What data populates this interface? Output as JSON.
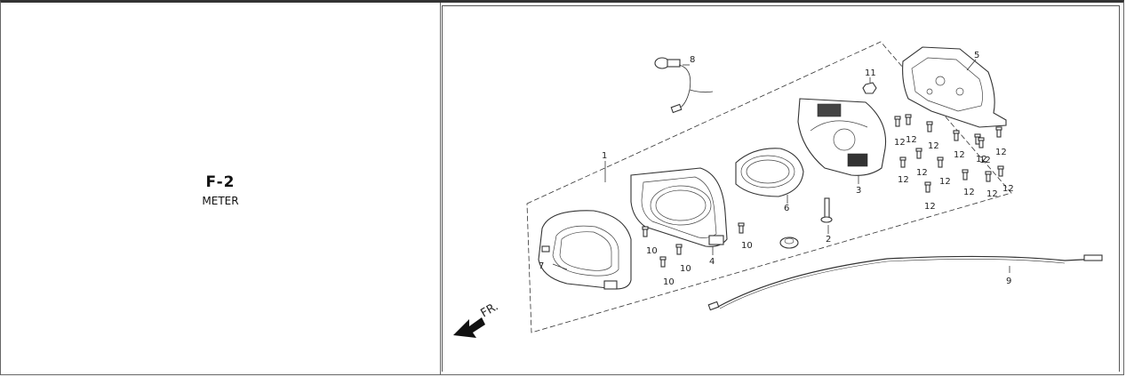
{
  "section": {
    "code": "F-2",
    "name": "METER"
  },
  "diagram": {
    "direction_label": "FR.",
    "callouts": [
      {
        "id": "c1",
        "text": "1"
      },
      {
        "id": "c2",
        "text": "2"
      },
      {
        "id": "c3",
        "text": "3"
      },
      {
        "id": "c4",
        "text": "4"
      },
      {
        "id": "c5",
        "text": "5"
      },
      {
        "id": "c6",
        "text": "6"
      },
      {
        "id": "c7",
        "text": "7"
      },
      {
        "id": "c8",
        "text": "8"
      },
      {
        "id": "c9",
        "text": "9"
      },
      {
        "id": "c10a",
        "text": "10"
      },
      {
        "id": "c10b",
        "text": "10"
      },
      {
        "id": "c10c",
        "text": "10"
      },
      {
        "id": "c10d",
        "text": "10"
      },
      {
        "id": "c11",
        "text": "11"
      },
      {
        "id": "c12a",
        "text": "12"
      },
      {
        "id": "c12b",
        "text": "12"
      },
      {
        "id": "c12c",
        "text": "12"
      },
      {
        "id": "c12d",
        "text": "12"
      },
      {
        "id": "c12e",
        "text": "12"
      },
      {
        "id": "c12f",
        "text": "12"
      },
      {
        "id": "c12g",
        "text": "12"
      },
      {
        "id": "c12h",
        "text": "12"
      },
      {
        "id": "c12i",
        "text": "12"
      },
      {
        "id": "c12j",
        "text": "12"
      },
      {
        "id": "c12k",
        "text": "12"
      },
      {
        "id": "c12l",
        "text": "12"
      },
      {
        "id": "c12m",
        "text": "12"
      },
      {
        "id": "c12n",
        "text": "12"
      }
    ]
  }
}
